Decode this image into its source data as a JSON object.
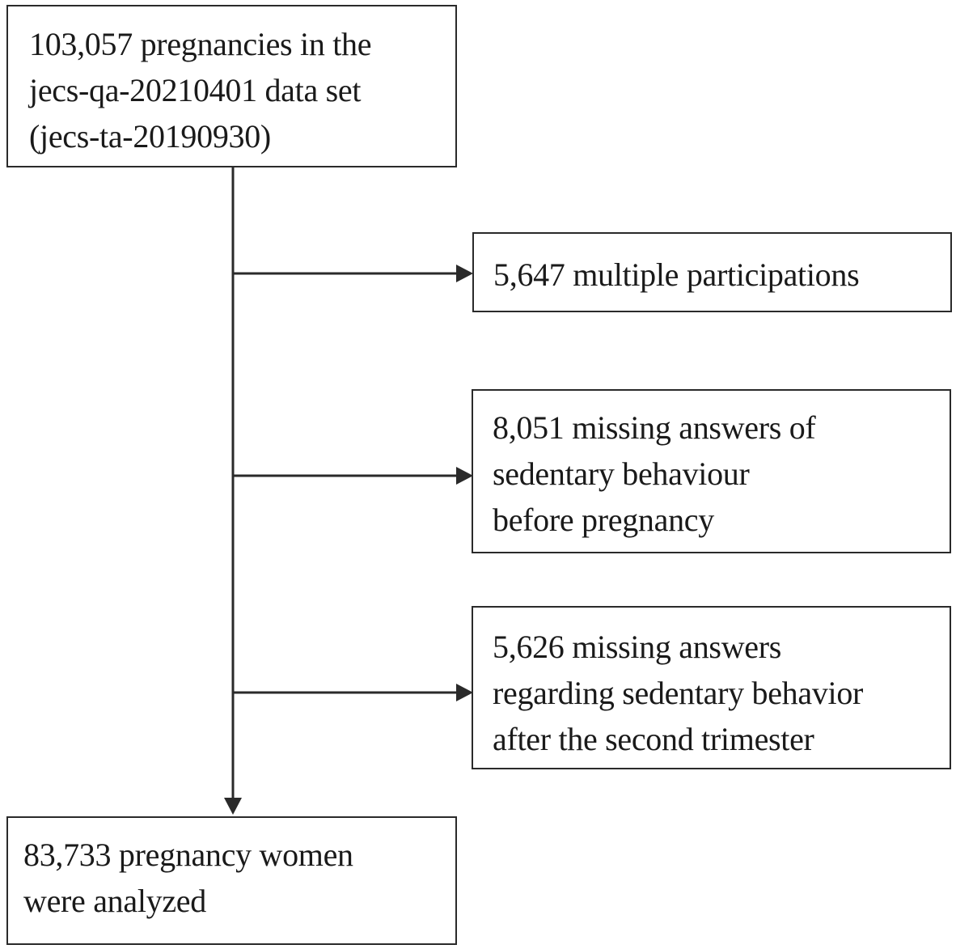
{
  "diagram": {
    "start_box": {
      "lines": [
        "103,057 pregnancies in the",
        "jecs-qa-20210401 data set",
        "(jecs-ta-20190930)"
      ]
    },
    "exclusions": [
      {
        "lines": [
          "5,647 multiple participations"
        ]
      },
      {
        "lines": [
          "8,051 missing answers of",
          "sedentary behaviour",
          "before pregnancy"
        ]
      },
      {
        "lines": [
          "5,626 missing answers",
          "regarding sedentary behavior",
          "after the second trimester"
        ]
      }
    ],
    "end_box": {
      "lines": [
        "83,733 pregnancy women",
        "were analyzed"
      ]
    },
    "colors": {
      "stroke": "#2a2a2a",
      "text": "#1a1a1a",
      "background": "#ffffff"
    }
  }
}
